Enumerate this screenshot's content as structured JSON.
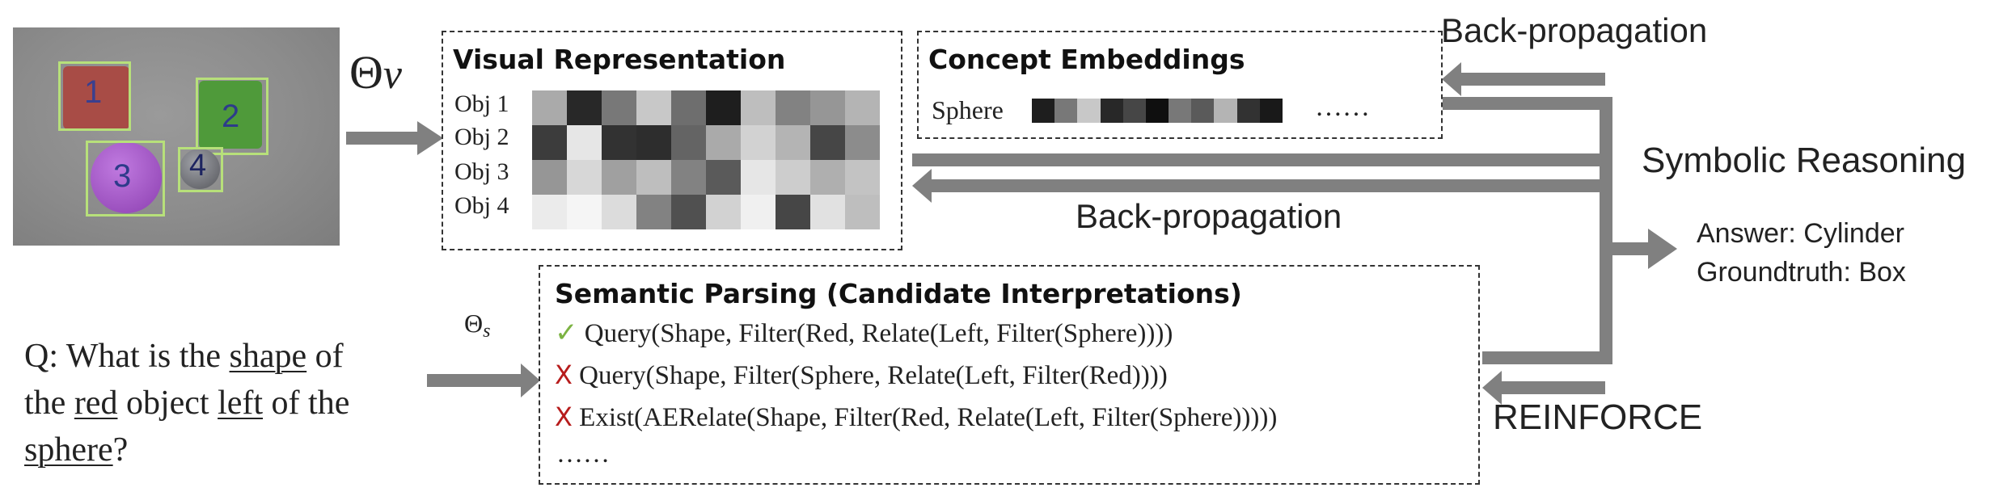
{
  "scene": {
    "objects": [
      {
        "label": "1",
        "color": "#a84c46"
      },
      {
        "label": "2",
        "color": "#4f9a3a"
      },
      {
        "label": "3",
        "color": "#9d4fc2"
      },
      {
        "label": "4",
        "color": "#6e6f73"
      }
    ]
  },
  "theta_v": "Θ",
  "theta_v_sub": "v",
  "theta_s": "Θ",
  "theta_s_sub": "s",
  "visual": {
    "title": "Visual Representation",
    "rows": [
      {
        "label": "Obj 1",
        "shades": [
          170,
          40,
          120,
          200,
          110,
          30,
          190,
          130,
          150,
          180
        ]
      },
      {
        "label": "Obj 2",
        "shades": [
          60,
          230,
          50,
          45,
          100,
          170,
          210,
          180,
          70,
          140
        ]
      },
      {
        "label": "Obj 3",
        "shades": [
          150,
          215,
          160,
          190,
          130,
          90,
          230,
          205,
          175,
          195
        ]
      },
      {
        "label": "Obj 4",
        "shades": [
          235,
          245,
          220,
          130,
          80,
          210,
          240,
          70,
          225,
          190
        ]
      }
    ]
  },
  "concept": {
    "title": "Concept Embeddings",
    "label": "Sphere",
    "shades": [
      30,
      120,
      200,
      40,
      70,
      15,
      120,
      90,
      180,
      50,
      25
    ],
    "ellipsis": "……"
  },
  "backprop_top": "Back-propagation",
  "backprop_mid": "Back-propagation",
  "symbolic": "Symbolic Reasoning",
  "answer": {
    "line1": "Answer: Cylinder",
    "line2": "Groundtruth: Box"
  },
  "question": {
    "p1": "Q: What is the ",
    "w1": "shape",
    "p2": " of",
    "p3": "the ",
    "w2": "red",
    "p4": " object ",
    "w3": "left",
    "p5": " of the",
    "w4": "sphere",
    "p6": "?"
  },
  "semantic": {
    "title": "Semantic Parsing (Candidate Interpretations)",
    "check_mark": "✓",
    "cross_mark": "X",
    "items": [
      "Query(Shape, Filter(Red, Relate(Left, Filter(Sphere))))",
      "Query(Shape, Filter(Sphere, Relate(Left, Filter(Red))))",
      "Exist(AERelate(Shape, Filter(Red, Relate(Left, Filter(Sphere)))))"
    ],
    "ellipsis": "……"
  },
  "reinforce": "REINFORCE",
  "colors": {
    "arrow": "#808080",
    "scene_bg": "#8f8f8f",
    "bbox": "#b7e07a"
  }
}
